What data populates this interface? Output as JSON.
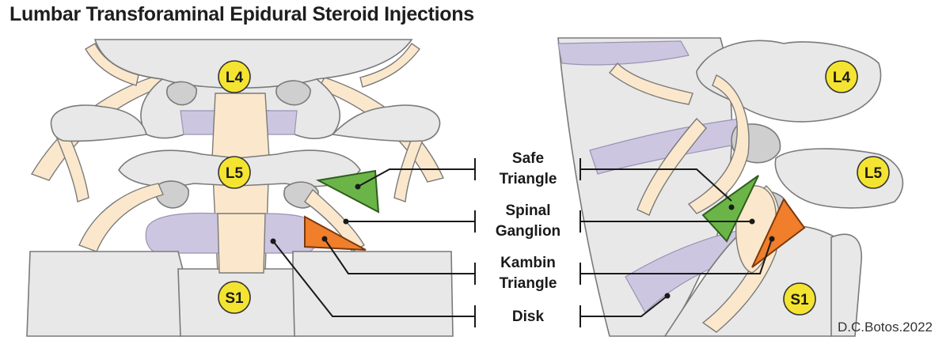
{
  "title": "Lumbar Transforaminal Epidural Steroid Injections",
  "credit": "D.C.Botos.2022",
  "labels": {
    "safe_1": "Safe",
    "safe_2": "Triangle",
    "spinal_1": "Spinal",
    "spinal_2": "Ganglion",
    "kambin_1": "Kambin",
    "kambin_2": "Triangle",
    "disk": "Disk"
  },
  "levels": {
    "left": [
      "L4",
      "L5",
      "S1"
    ],
    "right": [
      "L4",
      "L5",
      "S1"
    ]
  },
  "colors": {
    "bone": "#e8e8e8",
    "bone_dark": "#cfcfcf",
    "bone_stroke": "#7a7a7a",
    "nerve": "#fbe8cc",
    "disk": "#cdc6e0",
    "safe_triangle": "#6bb548",
    "kambin_triangle": "#f07e2a",
    "level_badge": "#f4e431",
    "line": "#1a1a1a"
  }
}
